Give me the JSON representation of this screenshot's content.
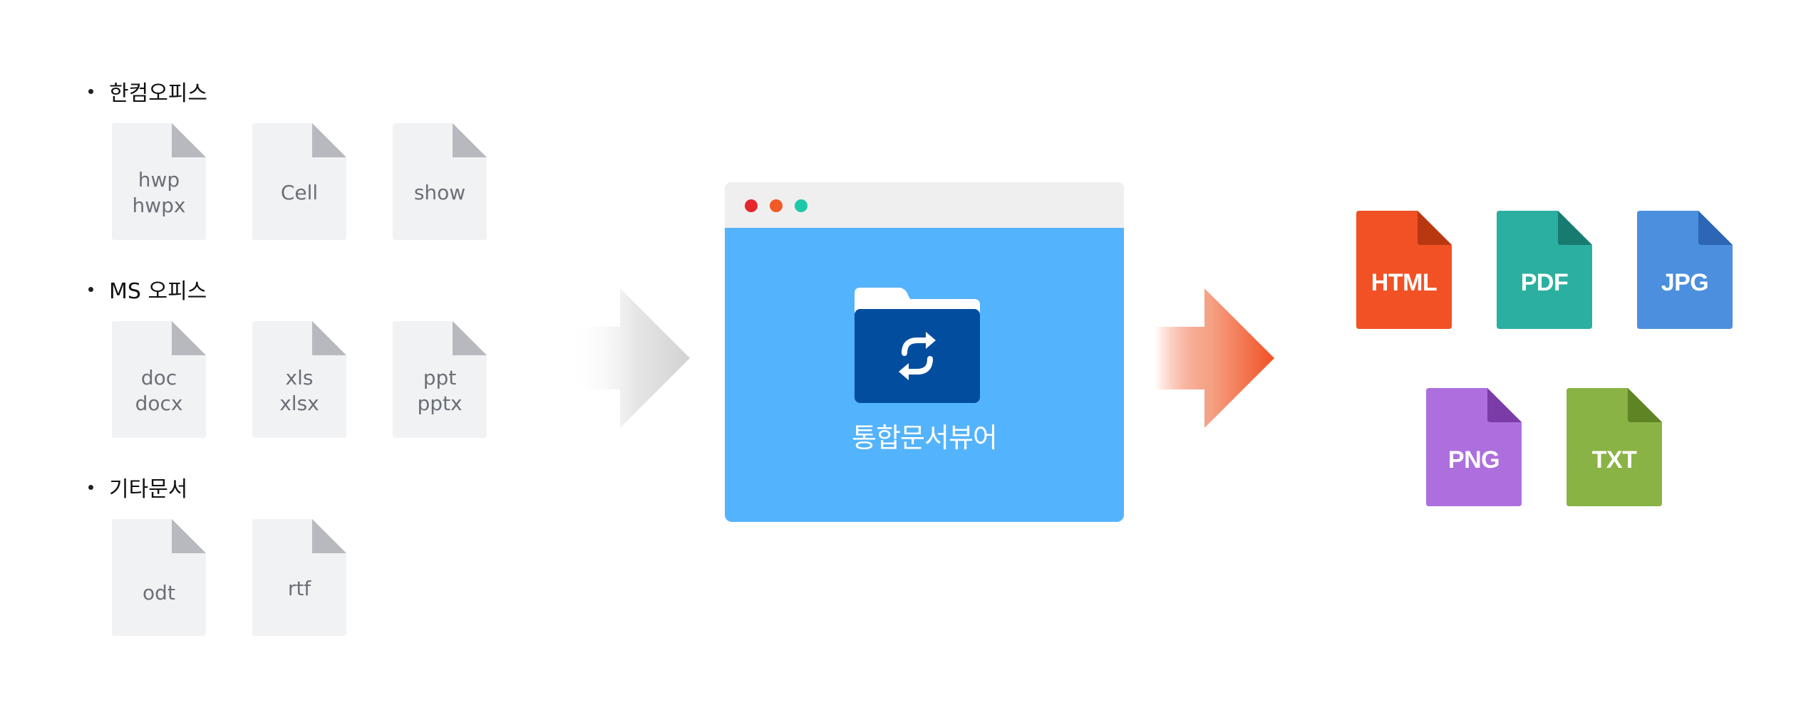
{
  "inputs": {
    "groups": [
      {
        "title": "한컴오피스",
        "files": [
          "hwp\nhwpx",
          "Cell",
          "show"
        ]
      },
      {
        "title": "MS 오피스",
        "files": [
          "doc\ndocx",
          "xls\nxlsx",
          "ppt\npptx"
        ]
      },
      {
        "title": "기타문서",
        "files": [
          "odt",
          "rtf"
        ]
      }
    ]
  },
  "viewer": {
    "label": "통합문서뷰어",
    "dot_colors": [
      "#e4262c",
      "#f05a24",
      "#1dc8a8"
    ],
    "icon": "folder-sync-icon"
  },
  "outputs": [
    {
      "label": "HTML",
      "color": "#f15125",
      "fold_color": "#b93810"
    },
    {
      "label": "PDF",
      "color": "#2bafa0",
      "fold_color": "#177b70"
    },
    {
      "label": "JPG",
      "color": "#4b8fde",
      "fold_color": "#2c66b4"
    },
    {
      "label": "PNG",
      "color": "#ad6fdd",
      "fold_color": "#7c3ca8"
    },
    {
      "label": "TXT",
      "color": "#89b344",
      "fold_color": "#5e8424"
    }
  ],
  "colors": {
    "input_doc": "#f1f2f4",
    "input_fold": "#b8b9bf",
    "arrow_in": "#d5d5d5",
    "arrow_out": "#f15125",
    "folder_front": "#034d9e",
    "folder_back": "#ffffff"
  }
}
